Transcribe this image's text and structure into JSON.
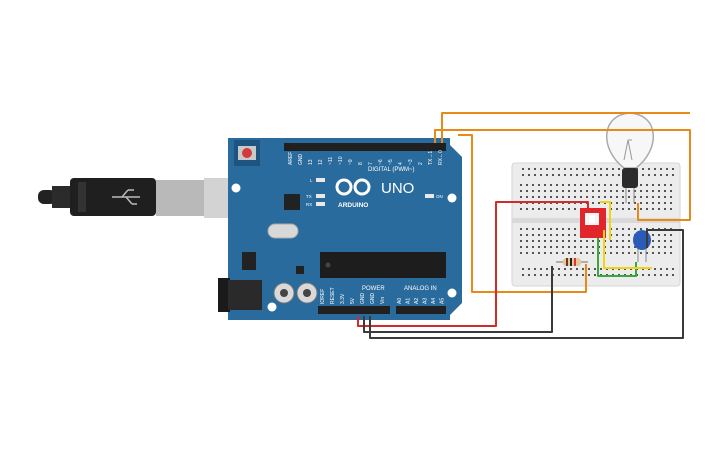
{
  "board": {
    "logo_text": "ARDUINO",
    "model": "UNO",
    "digital_header": "DIGITAL (PWM~)",
    "digital_pins": [
      "AREF",
      "GND",
      "13",
      "12",
      "~11",
      "~10",
      "~9",
      "8",
      "7",
      "~6",
      "~5",
      "4",
      "~3",
      "2",
      "TX→1",
      "RX←0"
    ],
    "led_labels": [
      "L",
      "TX",
      "RX"
    ],
    "on_label": "ON",
    "power_header": "POWER",
    "power_pins": [
      "IOREF",
      "RESET",
      "3.3V",
      "5V",
      "GND",
      "GND",
      "Vin"
    ],
    "analog_header": "ANALOG IN",
    "analog_pins": [
      "A0",
      "A1",
      "A2",
      "A3",
      "A4",
      "A5"
    ]
  },
  "colors": {
    "board": "#2a6b9e",
    "wire_orange": "#e88a1a",
    "wire_red": "#d42a2a",
    "wire_black": "#3a3a3a",
    "wire_green": "#3aa83a",
    "wire_yellow": "#f2d21a",
    "relay": "#e0262a",
    "capacitor": "#2a5bb8",
    "breadboard": "#ececec"
  },
  "components": [
    "usb-cable",
    "arduino-uno",
    "breadboard",
    "light-bulb",
    "slide-switch",
    "resistor",
    "capacitor"
  ]
}
